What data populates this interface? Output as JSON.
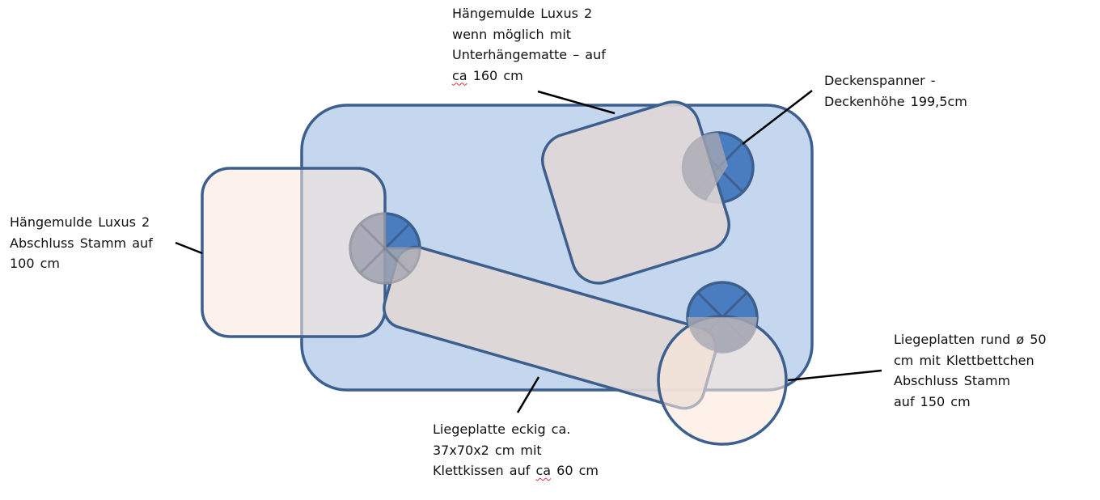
{
  "labels": {
    "top": {
      "lines": [
        "Hängemulde  Luxus 2",
        "wenn möglich mit",
        "Unterhängematte  – auf"
      ],
      "last_ca": "ca",
      "last_rest": " 160 cm"
    },
    "ceiling": {
      "lines": [
        "Deckenspanner  -",
        "Deckenhöhe  199,5cm"
      ]
    },
    "left": {
      "lines": [
        "Hängemulde  Luxus 2",
        "Abschluss  Stamm auf",
        "100 cm"
      ]
    },
    "bottom": {
      "lines": [
        "Liegeplatte  eckig ca.",
        "37x70x2  cm mit"
      ],
      "last_pre": "Klettkissen  auf ",
      "last_ca": "ca",
      "last_rest": " 60 cm"
    },
    "right": {
      "lines": [
        "Liegeplatten  rund  ø 50",
        "cm mit Klettbettchen",
        "Abschluss  Stamm",
        "auf 150 cm"
      ]
    }
  },
  "colors": {
    "outline": "#3c5f8e",
    "base_fill": "#c5d7ef",
    "platform_fill": "#e0d7d6",
    "peach_fill": "#fbe8da",
    "spanner_blue": "#4a7dbf",
    "spanner_grey": "#a9a9b3"
  }
}
